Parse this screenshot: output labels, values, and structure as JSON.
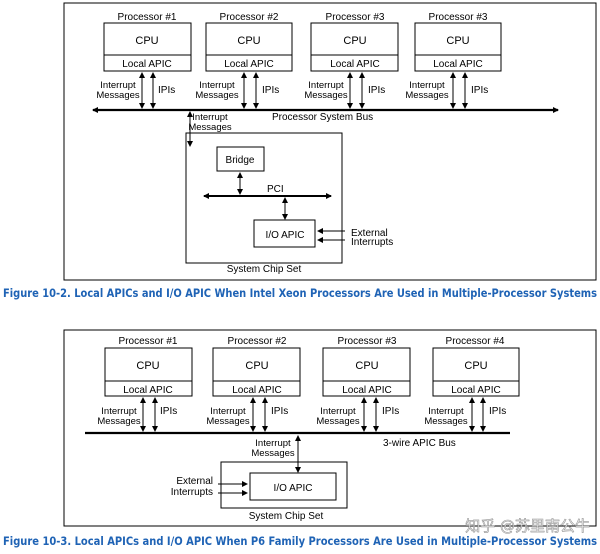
{
  "figure1": {
    "processors": [
      {
        "name": "Processor #1",
        "cpu": "CPU",
        "apic": "Local APIC"
      },
      {
        "name": "Processor #2",
        "cpu": "CPU",
        "apic": "Local APIC"
      },
      {
        "name": "Processor #3",
        "cpu": "CPU",
        "apic": "Local APIC"
      },
      {
        "name": "Processor #3",
        "cpu": "CPU",
        "apic": "Local APIC"
      }
    ],
    "interrupt_label_1": "Interrupt",
    "interrupt_label_2": "Messages",
    "ipis_label": "IPIs",
    "bus_label": "Processor System Bus",
    "bridge_label": "Bridge",
    "pci_label": "PCI",
    "ioapic_label": "I/O APIC",
    "external_1": "External",
    "external_2": "Interrupts",
    "chipset_label": "System Chip Set",
    "caption": "Figure 10-2.  Local APICs and I/O APIC When Intel Xeon Processors Are Used in Multiple-Processor Systems"
  },
  "figure2": {
    "processors": [
      {
        "name": "Processor #1",
        "cpu": "CPU",
        "apic": "Local APIC"
      },
      {
        "name": "Processor #2",
        "cpu": "CPU",
        "apic": "Local APIC"
      },
      {
        "name": "Processor #3",
        "cpu": "CPU",
        "apic": "Local APIC"
      },
      {
        "name": "Processor #4",
        "cpu": "CPU",
        "apic": "Local APIC"
      }
    ],
    "interrupt_label_1": "Interrupt",
    "interrupt_label_2": "Messages",
    "ipis_label": "IPIs",
    "bus_label": "3-wire APIC Bus",
    "ioapic_label": "I/O APIC",
    "external_1": "External",
    "external_2": "Interrupts",
    "chipset_label": "System Chip Set",
    "caption": "Figure 10-3.  Local APICs and I/O APIC When P6 Family Processors Are Used in Multiple-Processor Systems"
  },
  "watermark": "知乎 @苏里南公牛"
}
